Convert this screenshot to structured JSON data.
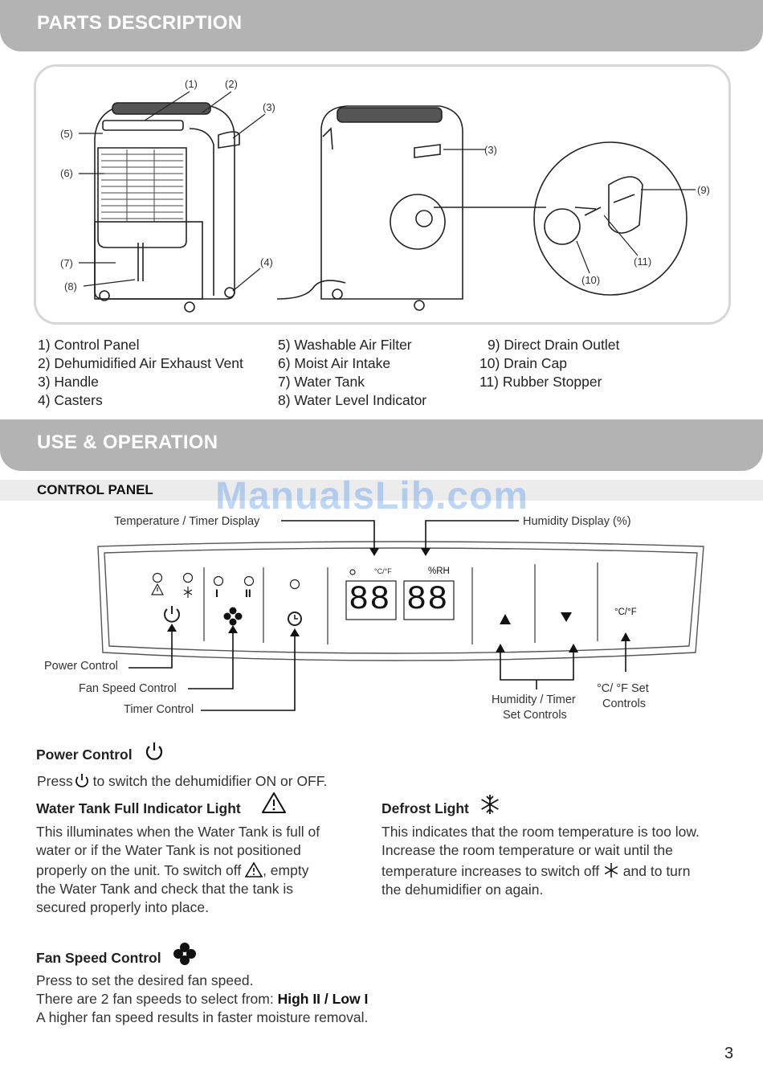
{
  "parts_section": {
    "heading": "PARTS DESCRIPTION",
    "callouts": [
      "(1)",
      "(2)",
      "(3)",
      "(5)",
      "(6)",
      "(7)",
      "(8)",
      "(4)",
      "(3)",
      "(9)",
      "(11)",
      "(10)"
    ],
    "list_col1": [
      "1) Control Panel",
      "2) Dehumidified Air Exhaust Vent",
      "3) Handle",
      "4) Casters"
    ],
    "list_col2": [
      "5) Washable Air Filter",
      "6) Moist Air Intake",
      "7) Water Tank",
      "8) Water Level Indicator"
    ],
    "list_col3": [
      "9) Direct Drain Outlet",
      "10) Drain Cap",
      "11) Rubber Stopper"
    ]
  },
  "use_section": {
    "heading": "USE & OPERATION",
    "subheading": "CONTROL PANEL",
    "watermark": "ManualsLib.com"
  },
  "control_panel": {
    "temp_timer_display": "Temperature / Timer Display",
    "humidity_display": "Humidity Display (%)",
    "power_control": "Power Control",
    "fan_speed_control": "Fan Speed Control",
    "timer_control": "Timer Control",
    "humidity_timer_set_line1": "Humidity / Timer",
    "humidity_timer_set_line2": "Set Controls",
    "cf_set_line1": "°C/ °F Set",
    "cf_set_line2": "Controls",
    "unit_label": "°C/°F",
    "rh_label": "%RH",
    "temp_unit_small": "°C/°F",
    "digits_left": "88",
    "digits_right": "88",
    "fan_low": "I",
    "fan_high": "II"
  },
  "power": {
    "title": "Power Control",
    "text_before": "Press",
    "text_after": " to switch the dehumidifier ON or OFF."
  },
  "water_tank": {
    "title": "Water Tank Full Indicator Light",
    "line1": "This illuminates when the Water Tank is full of",
    "line2": "water or if the Water Tank is not positioned",
    "line3_a": "properly on the unit. To switch off",
    "line3_b": ", empty",
    "line4": "the Water Tank and check that the tank is",
    "line5": "secured properly into place."
  },
  "defrost": {
    "title": "Defrost Light",
    "line1": "This indicates that the room temperature is too low.",
    "line2": "Increase the room temperature or wait until the",
    "line3_a": "temperature increases to switch off",
    "line3_b": " and to turn",
    "line4": "the dehumidifier on again."
  },
  "fan_speed": {
    "title": "Fan Speed Control",
    "line1": "Press to set the desired fan speed.",
    "line2_a": "There are 2 fan speeds to select from: ",
    "line2_b": "High II / Low I",
    "line3": "A higher fan speed results in faster moisture removal."
  },
  "page_number": "3",
  "colors": {
    "banner": "#b3b3b3",
    "subheader": "#ececec",
    "watermark": "#4a8fe8"
  }
}
